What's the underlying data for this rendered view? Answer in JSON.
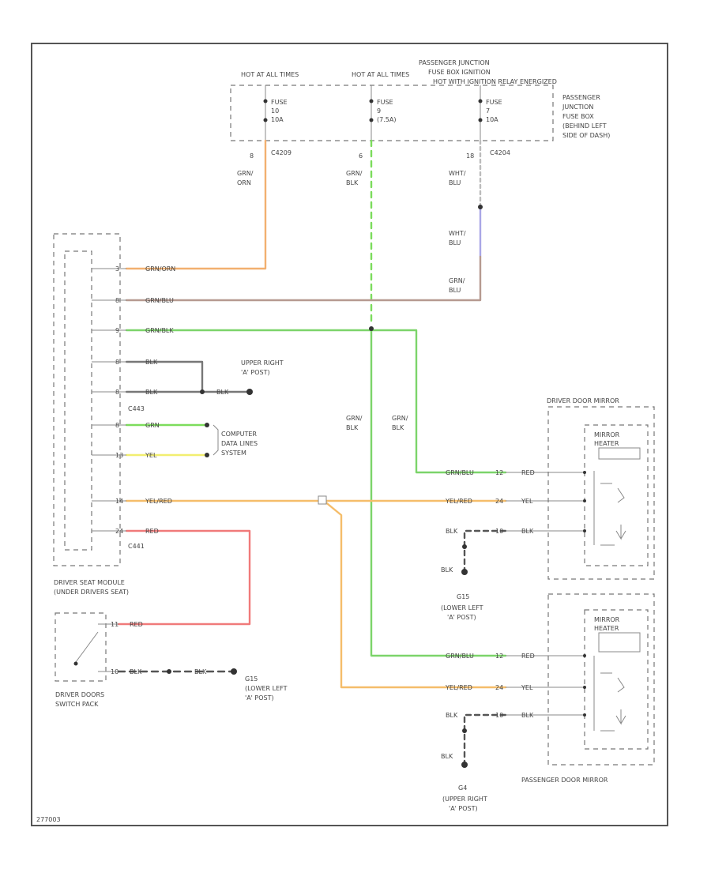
{
  "fuse_box": {
    "hot_labels": [
      "HOT AT ALL TIMES",
      "HOT AT ALL TIMES",
      "HOT WITH IGNITION RELAY ENERGIZED"
    ],
    "title": [
      "PASSENGER JUNCTION",
      "FUSE BOX IGNITION"
    ],
    "side_label": [
      "PASSENGER",
      "JUNCTION",
      "FUSE BOX",
      "(BEHIND LEFT",
      "SIDE OF DASH)"
    ],
    "fuses": [
      {
        "name": "FUSE",
        "num": "10",
        "amp": "10A"
      },
      {
        "name": "FUSE",
        "num": "9",
        "amp": "(7.5A)"
      },
      {
        "name": "FUSE",
        "num": "7",
        "amp": "10A"
      }
    ],
    "pins": [
      "8",
      "6",
      "18"
    ],
    "connectors": [
      "C4209",
      "C4204"
    ]
  },
  "wire_labels": {
    "w1": [
      "GRN/",
      "ORN"
    ],
    "w2": [
      "GRN/",
      "BLK"
    ],
    "w3": [
      "WHT/",
      "BLU"
    ],
    "w3b": [
      "WHT/",
      "BLU"
    ],
    "w3c": [
      "GRN/",
      "BLU"
    ],
    "mid1": [
      "GRN/",
      "BLK"
    ],
    "mid2": [
      "GRN/",
      "BLK"
    ]
  },
  "module": {
    "pins": [
      {
        "pin": "3",
        "label": "GRN/ORN"
      },
      {
        "pin": "8",
        "label": "GRN/BLU"
      },
      {
        "pin": "9",
        "label": "GRN/BLK"
      },
      {
        "pin": "8",
        "label": "BLK"
      },
      {
        "pin": "8",
        "label": "BLK"
      },
      {
        "pin": "8",
        "label": "GRN"
      },
      {
        "pin": "13",
        "label": "YEL"
      },
      {
        "pin": "14",
        "label": "YEL/RED"
      },
      {
        "pin": "24",
        "label": "RED"
      }
    ],
    "connector_top": "C443",
    "connector_bottom": "C441",
    "label": [
      "DRIVER SEAT MODULE",
      "(UNDER DRIVERS SEAT)"
    ]
  },
  "grounds": {
    "g1": {
      "wire": "BLK",
      "label": [
        "UPPER RIGHT",
        "'A' POST)"
      ]
    },
    "g2": {
      "wire": "BLK",
      "name": "G15",
      "label": [
        "(LOWER LEFT",
        "'A' POST)"
      ]
    },
    "g3": {
      "wire": "BLK",
      "name": "G15",
      "label": [
        "(LOWER LEFT",
        "'A' POST)"
      ]
    },
    "g4": {
      "wire": "BLK",
      "name": "G4",
      "label": [
        "(UPPER RIGHT",
        "'A' POST)"
      ]
    }
  },
  "computer_data": [
    "COMPUTER",
    "DATA LINES",
    "SYSTEM"
  ],
  "switch": {
    "wire_top": "RED",
    "wire_bottom": "BLK",
    "pin_top": "11",
    "pin_bottom": "10",
    "label": [
      "DRIVER DOORS",
      "SWITCH PACK"
    ]
  },
  "driver_mirror": {
    "title": "DRIVER DOOR MIRROR",
    "heater": [
      "MIRROR",
      "HEATER"
    ],
    "rows": [
      {
        "left": "GRN/BLU",
        "pin": "12",
        "right": "RED"
      },
      {
        "left": "YEL/RED",
        "pin": "24",
        "right": "YEL"
      },
      {
        "left": "BLK",
        "pin": "10",
        "right": "BLK"
      }
    ]
  },
  "passenger_mirror": {
    "title": "PASSENGER DOOR MIRROR",
    "heater": [
      "MIRROR",
      "HEATER"
    ],
    "rows": [
      {
        "left": "GRN/BLU",
        "pin": "12",
        "right": "RED"
      },
      {
        "left": "YEL/RED",
        "pin": "24",
        "right": "YEL"
      },
      {
        "left": "BLK",
        "pin": "10",
        "right": "BLK"
      }
    ]
  },
  "footer_code": "277003"
}
